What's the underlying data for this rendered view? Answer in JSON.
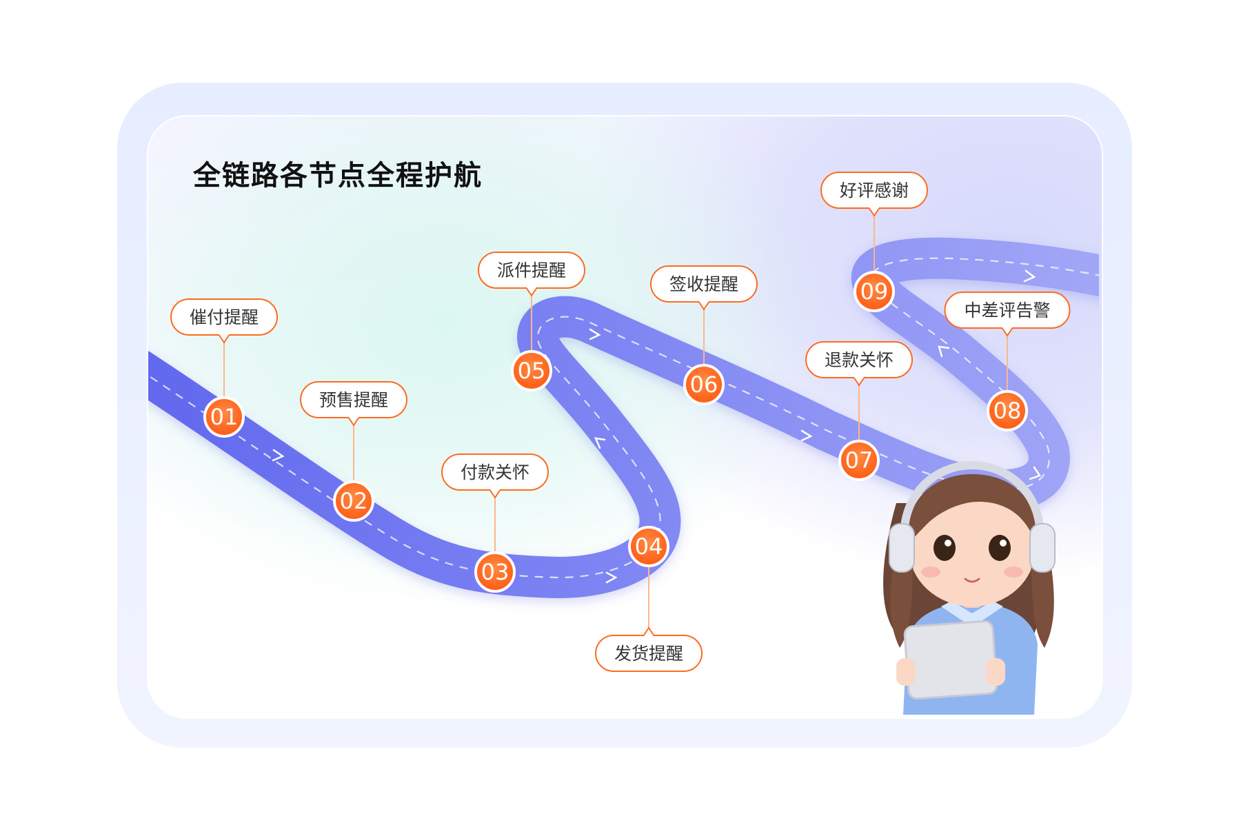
{
  "title": "全链路各节点全程护航",
  "nodes": [
    {
      "num": "01",
      "label": "催付提醒"
    },
    {
      "num": "02",
      "label": "预售提醒"
    },
    {
      "num": "03",
      "label": "付款关怀"
    },
    {
      "num": "04",
      "label": "发货提醒"
    },
    {
      "num": "05",
      "label": "派件提醒"
    },
    {
      "num": "06",
      "label": "签收提醒"
    },
    {
      "num": "07",
      "label": "退款关怀"
    },
    {
      "num": "08",
      "label": "中差评告警"
    },
    {
      "num": "09",
      "label": "好评感谢"
    }
  ],
  "colors": {
    "road": "#7b80f2",
    "node": "#ff6a1f",
    "callout_border": "#ff6a1f",
    "title": "#111111"
  },
  "icons": [
    "arrow-icon",
    "headphones-icon",
    "tablet-icon",
    "girl-avatar-icon"
  ]
}
